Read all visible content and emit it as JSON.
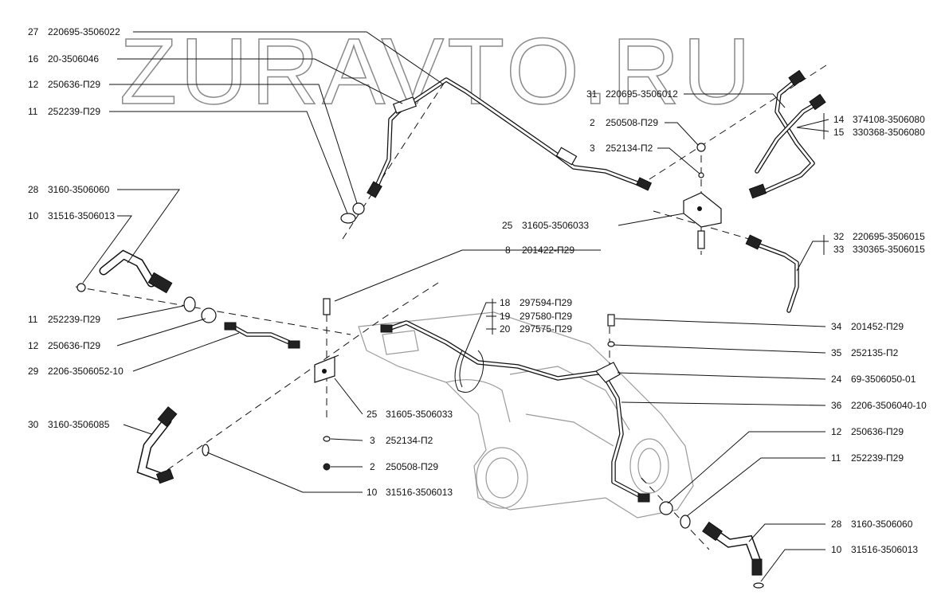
{
  "watermark": "ZURAVTO.RU",
  "callouts": [
    {
      "id": "c1",
      "num": "27",
      "code": "220695-3506022"
    },
    {
      "id": "c2",
      "num": "16",
      "code": "20-3506046"
    },
    {
      "id": "c3",
      "num": "12",
      "code": "250636-П29"
    },
    {
      "id": "c4",
      "num": "11",
      "code": "252239-П29"
    },
    {
      "id": "c5",
      "num": "28",
      "code": "3160-3506060"
    },
    {
      "id": "c6",
      "num": "10",
      "code": "31516-3506013"
    },
    {
      "id": "c7",
      "num": "11",
      "code": "252239-П29"
    },
    {
      "id": "c8",
      "num": "12",
      "code": "250636-П29"
    },
    {
      "id": "c9",
      "num": "29",
      "code": "2206-3506052-10"
    },
    {
      "id": "c10",
      "num": "30",
      "code": "3160-3506085"
    },
    {
      "id": "c11",
      "num": "31",
      "code": "220695-3506012"
    },
    {
      "id": "c12",
      "num": "2",
      "code": "250508-П29"
    },
    {
      "id": "c13",
      "num": "3",
      "code": "252134-П2"
    },
    {
      "id": "c14",
      "num": "25",
      "code": "31605-3506033"
    },
    {
      "id": "c15",
      "num": "8",
      "code": "201422-П29"
    },
    {
      "id": "c16",
      "num": "14",
      "code": "374108-3506080"
    },
    {
      "id": "c17",
      "num": "15",
      "code": "330368-3506080"
    },
    {
      "id": "c18",
      "num": "32",
      "code": "220695-3506015"
    },
    {
      "id": "c19",
      "num": "33",
      "code": "330365-3506015"
    },
    {
      "id": "c20",
      "num": "18",
      "code": "297594-П29"
    },
    {
      "id": "c21",
      "num": "19",
      "code": "297580-П29"
    },
    {
      "id": "c22",
      "num": "20",
      "code": "297575-П29"
    },
    {
      "id": "c23",
      "num": "34",
      "code": "201452-П29"
    },
    {
      "id": "c24",
      "num": "35",
      "code": "252135-П2"
    },
    {
      "id": "c25",
      "num": "24",
      "code": "69-3506050-01"
    },
    {
      "id": "c26",
      "num": "36",
      "code": "2206-3506040-10"
    },
    {
      "id": "c27",
      "num": "12",
      "code": "250636-П29"
    },
    {
      "id": "c28",
      "num": "11",
      "code": "252239-П29"
    },
    {
      "id": "c29",
      "num": "28",
      "code": "3160-3506060"
    },
    {
      "id": "c30",
      "num": "10",
      "code": "31516-3506013"
    },
    {
      "id": "c31",
      "num": "25",
      "code": "31605-3506033"
    },
    {
      "id": "c32",
      "num": "3",
      "code": "252134-П2"
    },
    {
      "id": "c33",
      "num": "2",
      "code": "250508-П29"
    },
    {
      "id": "c34",
      "num": "10",
      "code": "31516-3506013"
    }
  ]
}
